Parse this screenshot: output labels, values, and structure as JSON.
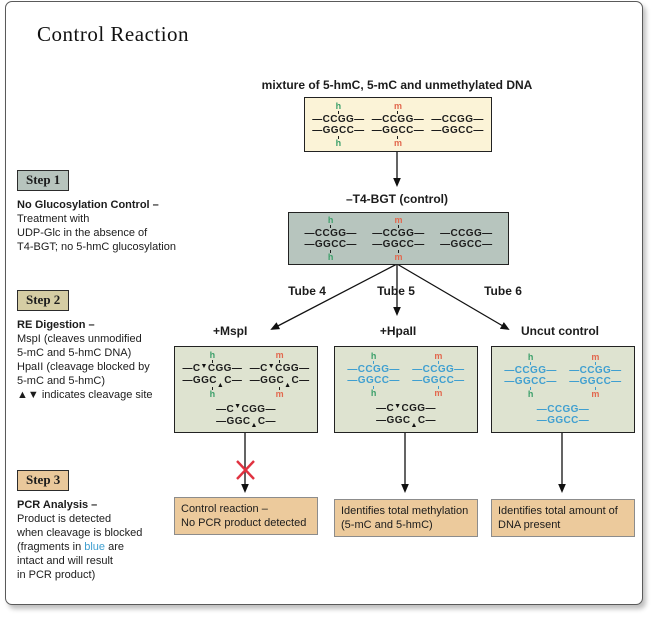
{
  "title": "Control Reaction",
  "colors": {
    "intact_blue": "#3f9fd0",
    "hmc_green": "#3da06b",
    "mc_red": "#e2684e",
    "x_red": "#e03240",
    "mixture_box_fill": "#fbf3d7",
    "t4_box_fill": "#b7c5be",
    "digest_box_fill": "#dee3d0",
    "step1_fill": "#b7c4bd",
    "step2_fill": "#d5cda4",
    "step3_fill": "#e9c89b",
    "result_fill": "#ecca9c"
  },
  "mixture": {
    "label": "mixture of 5-hmC, 5-mC and unmethylated DNA",
    "duplexes": [
      {
        "mark": "h",
        "top": "—CCGG—",
        "bottom": "—GGCC—",
        "cls": "black"
      },
      {
        "mark": "m",
        "top": "—CCGG—",
        "bottom": "—GGCC—",
        "cls": "black"
      },
      {
        "mark": "",
        "top": "—CCGG—",
        "bottom": "—GGCC—",
        "cls": "black"
      }
    ]
  },
  "step1": {
    "label": "Step 1",
    "heading": "No Glucosylation Control –",
    "line1": "Treatment with",
    "line2": "UDP-Glc in the absence of",
    "line3": "T4-BGT; no 5-hmC glucosylation"
  },
  "t4": {
    "label": "–T4-BGT (control)",
    "duplexes": [
      {
        "mark": "h",
        "top": "—CCGG—",
        "bottom": "—GGCC—",
        "cls": "black"
      },
      {
        "mark": "m",
        "top": "—CCGG—",
        "bottom": "—GGCC—",
        "cls": "black"
      },
      {
        "mark": "",
        "top": "—CCGG—",
        "bottom": "—GGCC—",
        "cls": "black"
      }
    ]
  },
  "step2": {
    "label": "Step 2",
    "heading": "RE Digestion –",
    "line1": "MspI (cleaves unmodified",
    "line2": "5-mC and 5-hmC DNA)",
    "line3": "HpaII (cleavage blocked by",
    "line4": "5-mC and 5-hmC)",
    "line5": "▲▼ indicates cleavage site"
  },
  "tubes": [
    "Tube 4",
    "Tube 5",
    "Tube 6"
  ],
  "lanes": [
    {
      "label": "+MspI",
      "duplexes": [
        {
          "mark": "h",
          "top": "—C▼CGG—",
          "bottom": "—GGC▲C—",
          "cls": "black"
        },
        {
          "mark": "m",
          "top": "—C▼CGG—",
          "bottom": "—GGC▲C—",
          "cls": "black"
        },
        {
          "mark": "",
          "top": "—C▼CGG—",
          "bottom": "—GGC▲C—",
          "cls": "black"
        }
      ],
      "result1": "Control reaction –",
      "result2": "No PCR product detected"
    },
    {
      "label": "+HpaII",
      "duplexes": [
        {
          "mark": "h",
          "top": "—CCGG—",
          "bottom": "—GGCC—",
          "cls": "blue"
        },
        {
          "mark": "m",
          "top": "—CCGG—",
          "bottom": "—GGCC—",
          "cls": "blue"
        },
        {
          "mark": "",
          "top": "—C▼CGG—",
          "bottom": "—GGC▲C—",
          "cls": "black"
        }
      ],
      "result1": "Identifies total methylation",
      "result2": "(5-mC and 5-hmC)"
    },
    {
      "label": "Uncut control",
      "duplexes": [
        {
          "mark": "h",
          "top": "—CCGG—",
          "bottom": "—GGCC—",
          "cls": "blue"
        },
        {
          "mark": "m",
          "top": "—CCGG—",
          "bottom": "—GGCC—",
          "cls": "blue"
        },
        {
          "mark": "",
          "top": "—CCGG—",
          "bottom": "—GGCC—",
          "cls": "blue"
        }
      ],
      "result1": "Identifies total amount of",
      "result2": "DNA present"
    }
  ],
  "step3": {
    "label": "Step 3",
    "heading": "PCR Analysis –",
    "line1": "Product is detected",
    "line2": "when cleavage is blocked",
    "line3_pre": "(fragments in ",
    "line3_blue": "blue",
    "line3_post": " are",
    "line4": "intact and will result",
    "line5": "in PCR product)"
  }
}
